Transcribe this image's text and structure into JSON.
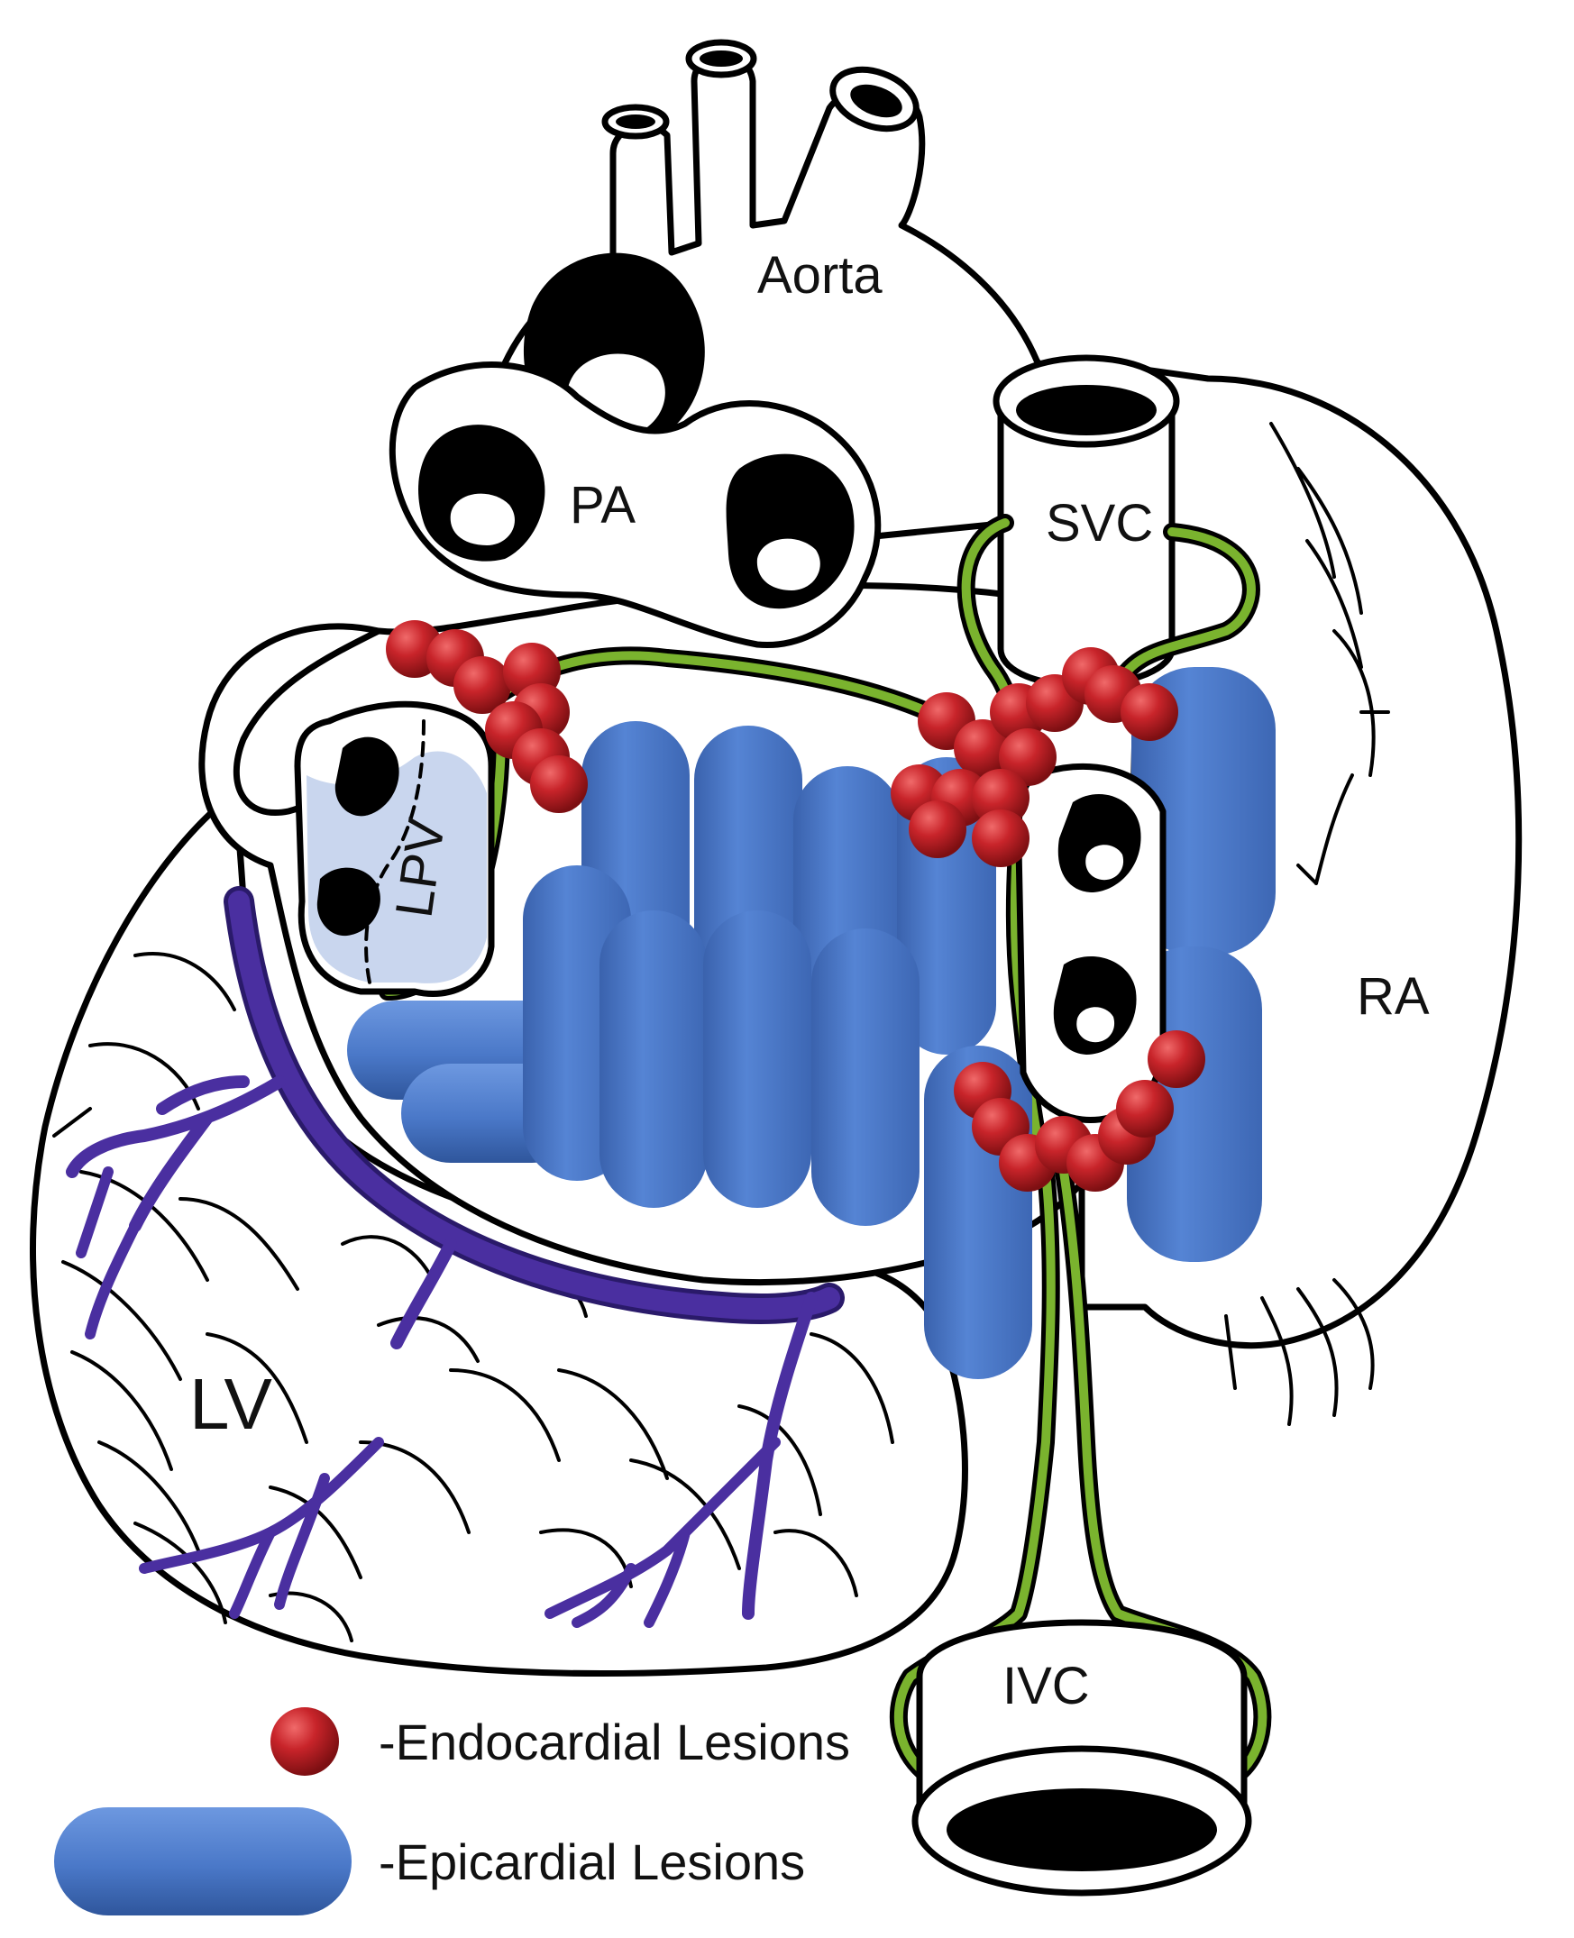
{
  "labels": {
    "aorta": "Aorta",
    "pa": "PA",
    "svc": "SVC",
    "lpv": "LPV",
    "ra": "RA",
    "lv": "LV",
    "ivc": "IVC"
  },
  "legend": {
    "endocardial": "-Endocardial Lesions",
    "epicardial": "-Epicardial Lesions"
  },
  "colors": {
    "endocardial_lesion": "#c8242a",
    "epicardial_lesion": "#4472c4",
    "conduction_line": "#7ab32e",
    "coronary_vein": "#4a2fa0",
    "lpv_shade": "#c9d6ee"
  }
}
